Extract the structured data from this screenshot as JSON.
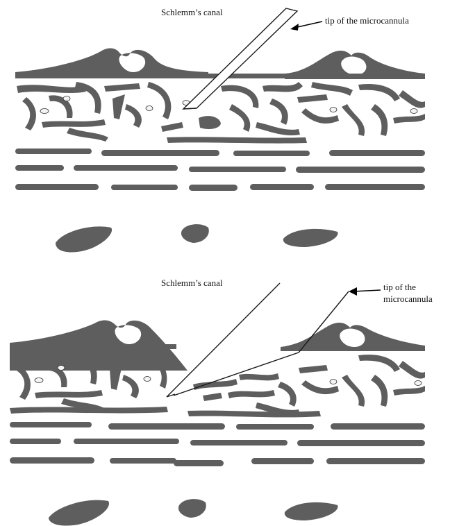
{
  "figure": {
    "panels": [
      {
        "id": "top",
        "label_canal": "Schlemm’s canal",
        "label_tip_lines": [
          "tip of the microcannula"
        ]
      },
      {
        "id": "bottom",
        "label_canal": "Schlemm’s canal",
        "label_tip_lines": [
          "tip of the",
          "microcannula"
        ]
      }
    ]
  },
  "colors": {
    "tissue": "#5e5e5e",
    "cell": "#f4f4f4",
    "background": "#ffffff",
    "line": "#1a1a1a"
  }
}
